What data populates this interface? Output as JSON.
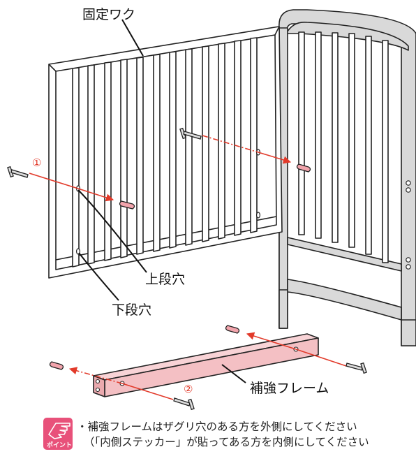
{
  "labels": {
    "fixed_frame": "固定ワク",
    "upper_hole": "上段穴",
    "lower_hole": "下段穴",
    "reinforce_frame": "補強フレーム"
  },
  "steps": {
    "one": "①",
    "two": "②"
  },
  "point": {
    "badge": "ポイント",
    "line1": "・補強フレームはザグリ穴のある方を外側にしてください",
    "line2": "（「内側ステッカー」が貼ってある方を内側にしてください"
  },
  "colors": {
    "arrow": "#e23a2a",
    "bolt_pink": "#f2a4ac",
    "reinforce_fill": "#f4c0c4",
    "crib_fill": "#d9d9d9",
    "badge_fill": "#e8517a"
  }
}
